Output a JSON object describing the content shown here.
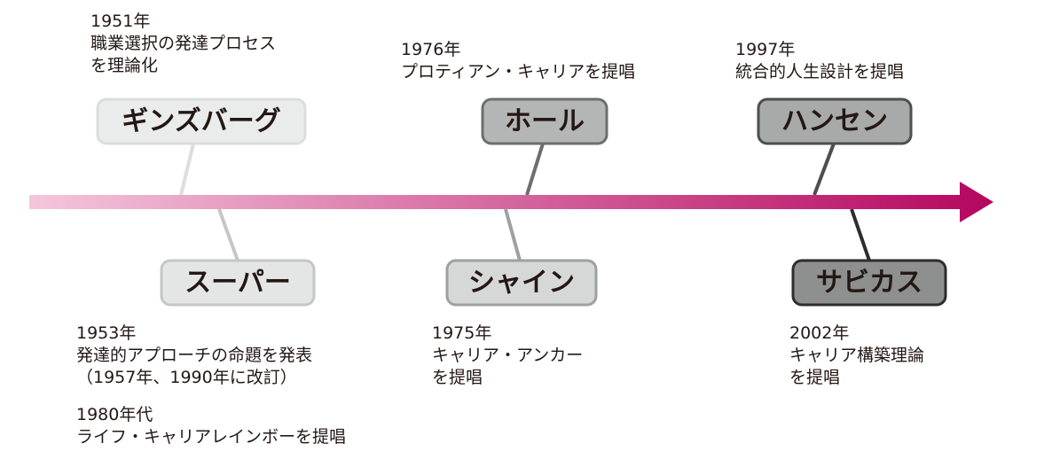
{
  "people": [
    {
      "id": "ginzberg",
      "name": "ギンズバーグ",
      "fill": "#eaeceb",
      "stroke": "#dcdddd",
      "lines": [
        "1951年",
        "職業選択の発達プロセス",
        "を理論化"
      ]
    },
    {
      "id": "super",
      "name": "スーパー",
      "fill": "#e4e5e5",
      "stroke": "#c5c6c6",
      "lines": [
        "1953年",
        "発達的アプローチの命題を発表",
        "（1957年、1990年に改訂）"
      ],
      "extra_lines": [
        "1980年代",
        "ライフ・キャリアレインボーを提唱"
      ]
    },
    {
      "id": "hall",
      "name": "ホール",
      "fill": "#b4b5b5",
      "stroke": "#6d6e6f",
      "lines": [
        "1976年",
        "プロティアン・キャリアを提唱"
      ]
    },
    {
      "id": "schein",
      "name": "シャイン",
      "fill": "#d6d7d7",
      "stroke": "#9fa0a0",
      "lines": [
        "1975年",
        "キャリア・アンカー",
        "を提唱"
      ]
    },
    {
      "id": "hansen",
      "name": "ハンセン",
      "fill": "#a8a9a9",
      "stroke": "#4d4e4e",
      "lines": [
        "1997年",
        "統合的人生設計を提唱"
      ]
    },
    {
      "id": "savickas",
      "name": "サビカス",
      "fill": "#8e8f8f",
      "stroke": "#2d2d2d",
      "lines": [
        "2002年",
        "キャリア構築理論",
        "を提唱"
      ]
    }
  ],
  "colors": {
    "arrow_start": "#f4c6dc",
    "arrow_end": "#b5065f"
  }
}
